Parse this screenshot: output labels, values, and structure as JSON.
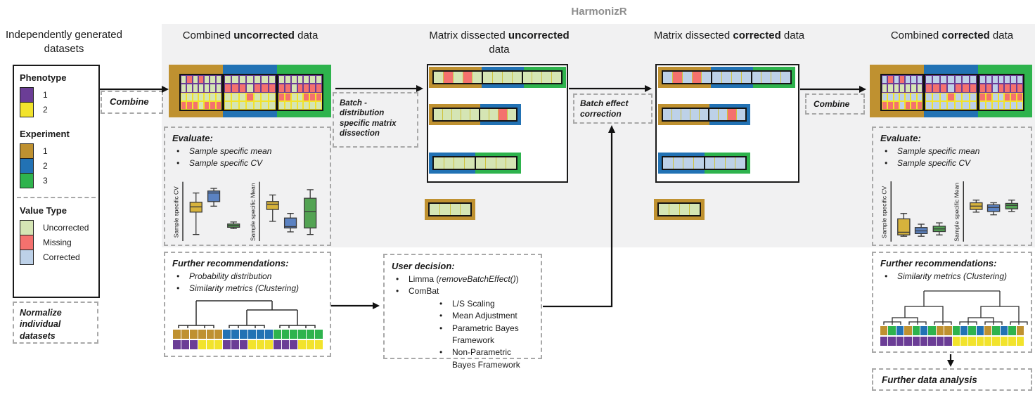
{
  "title": "HarmonizR",
  "left_panel": {
    "heading_line1": "Independently generated",
    "heading_line2": "datasets",
    "legend": {
      "phenotype_title": "Phenotype",
      "phenotype_items": [
        {
          "label": "1"
        },
        {
          "label": "2"
        }
      ],
      "experiment_title": "Experiment",
      "experiment_items": [
        {
          "label": "1"
        },
        {
          "label": "2"
        },
        {
          "label": "3"
        }
      ],
      "value_type_title": "Value Type",
      "value_type_items": [
        {
          "label": "Uncorrected"
        },
        {
          "label": "Missing"
        },
        {
          "label": "Corrected"
        }
      ]
    },
    "normalize_note": "Normalize individual datasets"
  },
  "flow_labels": {
    "combine_left": "Combine",
    "dissection": "Batch - distribution specific matrix dissection",
    "batch_correction": "Batch effect correction",
    "combine_right": "Combine"
  },
  "sections": {
    "combined_uncorrected": {
      "pre": "Combined ",
      "em": "uncorrected",
      "post": " data"
    },
    "dissected_uncorrected": {
      "pre": "Matrix dissected ",
      "em": "uncorrected",
      "post": " data"
    },
    "dissected_corrected": {
      "pre": "Matrix dissected ",
      "em": "corrected",
      "post": " data"
    },
    "combined_corrected": {
      "pre": "Combined ",
      "em": "corrected",
      "post": " data"
    }
  },
  "evaluate_left": {
    "heading": "Evaluate:",
    "bullets": [
      "Sample specific mean",
      "Sample specific CV"
    ],
    "cv_axis": "Sample specific CV",
    "mean_axis": "Sample specific Mean"
  },
  "evaluate_right": {
    "heading": "Evaluate:",
    "bullets": [
      "Sample specific mean",
      "Sample specific CV"
    ],
    "cv_axis": "Sample specific CV",
    "mean_axis": "Sample specific Mean"
  },
  "recommendations_left": {
    "heading": "Further recommendations:",
    "bullets": [
      "Probability distribution",
      "Similarity  metrics (Clustering)"
    ]
  },
  "recommendations_right": {
    "heading": "Further recommendations:",
    "bullets": [
      "Similarity  metrics (Clustering)"
    ]
  },
  "user_decision": {
    "heading": "User decision:",
    "limma_pre": "Limma (",
    "limma_code": "removeBatchEffect()",
    "limma_post": ")",
    "combat": "ComBat",
    "combat_options": [
      "L/S Scaling",
      "Mean Adjustment",
      "Parametric Bayes Framework",
      "Non-Parametric Bayes Framework"
    ]
  },
  "further_analysis_label": "Further data analysis",
  "cell_colors": {
    "G": "#d5e5b4",
    "R": "#f4716e",
    "B": "#bdd1e8"
  },
  "experiment_colors": {
    "1": "#bf9130",
    "2": "#2272b4",
    "3": "#2eb34d"
  },
  "phenotype_colors": {
    "1": "#6b3d96",
    "2": "#f2e32c"
  },
  "matrices": {
    "combined_uncorrected": {
      "blocks": [
        {
          "experiment": "1",
          "rows": [
            [
              "G",
              "R",
              "G",
              "R",
              "G",
              "G",
              "G"
            ],
            [
              "G",
              "G",
              "G",
              "G",
              "G",
              "G",
              "G"
            ],
            [
              "G",
              "G",
              "G",
              "G",
              "G",
              "G",
              "G"
            ],
            [
              "R",
              "R",
              "R",
              "G",
              "R",
              "R",
              "R"
            ]
          ]
        },
        {
          "experiment": "2",
          "rows": [
            [
              "G",
              "G",
              "G",
              "G",
              "G",
              "G",
              "G"
            ],
            [
              "R",
              "R",
              "R",
              "G",
              "R",
              "R",
              "R"
            ],
            [
              "G",
              "G",
              "G",
              "R",
              "G",
              "G",
              "G"
            ],
            [
              "G",
              "G",
              "G",
              "G",
              "G",
              "G",
              "G"
            ]
          ]
        },
        {
          "experiment": "3",
          "rows": [
            [
              "G",
              "G",
              "G",
              "G",
              "G",
              "G",
              "G"
            ],
            [
              "R",
              "R",
              "G",
              "R",
              "R",
              "R",
              "R"
            ],
            [
              "R",
              "R",
              "G",
              "G",
              "R",
              "R",
              "R"
            ],
            [
              "G",
              "G",
              "G",
              "G",
              "G",
              "G",
              "G"
            ]
          ]
        }
      ]
    },
    "combined_corrected": {
      "blocks": [
        {
          "experiment": "1",
          "rows": [
            [
              "B",
              "R",
              "B",
              "R",
              "B",
              "B",
              "B"
            ],
            [
              "G",
              "G",
              "G",
              "G",
              "G",
              "G",
              "G"
            ],
            [
              "B",
              "B",
              "B",
              "B",
              "B",
              "B",
              "B"
            ],
            [
              "R",
              "R",
              "R",
              "B",
              "R",
              "R",
              "R"
            ]
          ]
        },
        {
          "experiment": "2",
          "rows": [
            [
              "B",
              "B",
              "B",
              "B",
              "B",
              "B",
              "B"
            ],
            [
              "R",
              "R",
              "R",
              "B",
              "R",
              "R",
              "R"
            ],
            [
              "B",
              "B",
              "B",
              "R",
              "B",
              "B",
              "B"
            ],
            [
              "B",
              "B",
              "B",
              "B",
              "B",
              "B",
              "B"
            ]
          ]
        },
        {
          "experiment": "3",
          "rows": [
            [
              "B",
              "B",
              "B",
              "B",
              "B",
              "B",
              "B"
            ],
            [
              "R",
              "R",
              "B",
              "R",
              "R",
              "R",
              "R"
            ],
            [
              "R",
              "R",
              "B",
              "B",
              "R",
              "R",
              "R"
            ],
            [
              "B",
              "B",
              "B",
              "B",
              "B",
              "B",
              "B"
            ]
          ]
        }
      ]
    },
    "dissected_uncorrected": {
      "strips": [
        {
          "segments": [
            {
              "experiment": "1",
              "cells": [
                "G",
                "R",
                "G",
                "R",
                "G"
              ]
            },
            {
              "experiment": "2",
              "cells": [
                "G",
                "G",
                "G",
                "G"
              ]
            },
            {
              "experiment": "3",
              "cells": [
                "G",
                "G",
                "G",
                "G"
              ]
            }
          ]
        },
        {
          "segments": [
            {
              "experiment": "1",
              "cells": [
                "G",
                "G",
                "G",
                "G",
                "G"
              ]
            },
            {
              "experiment": "2",
              "cells": [
                "G",
                "G",
                "R",
                "G"
              ]
            }
          ]
        },
        {
          "segments": [
            {
              "experiment": "2",
              "cells": [
                "G",
                "G",
                "G",
                "G"
              ]
            },
            {
              "experiment": "3",
              "cells": [
                "G",
                "G",
                "G",
                "G"
              ]
            }
          ]
        },
        {
          "segments": [
            {
              "experiment": "1",
              "cells": [
                "G",
                "G",
                "G",
                "G"
              ]
            }
          ]
        }
      ]
    },
    "dissected_corrected": {
      "strips": [
        {
          "segments": [
            {
              "experiment": "1",
              "cells": [
                "B",
                "R",
                "B",
                "R",
                "B"
              ]
            },
            {
              "experiment": "2",
              "cells": [
                "B",
                "B",
                "B",
                "B"
              ]
            },
            {
              "experiment": "3",
              "cells": [
                "B",
                "B",
                "B",
                "B"
              ]
            }
          ]
        },
        {
          "segments": [
            {
              "experiment": "1",
              "cells": [
                "B",
                "B",
                "B",
                "B",
                "B"
              ]
            },
            {
              "experiment": "2",
              "cells": [
                "B",
                "B",
                "R",
                "B"
              ]
            }
          ]
        },
        {
          "segments": [
            {
              "experiment": "2",
              "cells": [
                "B",
                "B",
                "B",
                "B"
              ]
            },
            {
              "experiment": "3",
              "cells": [
                "B",
                "B",
                "B",
                "B"
              ]
            }
          ]
        },
        {
          "segments": [
            {
              "experiment": "1",
              "cells": [
                "G",
                "G",
                "G",
                "G"
              ]
            }
          ]
        }
      ]
    }
  },
  "clusters": {
    "left": {
      "experiment_row": [
        "1",
        "1",
        "1",
        "1",
        "1",
        "1",
        "2",
        "2",
        "2",
        "2",
        "2",
        "2",
        "3",
        "3",
        "3",
        "3",
        "3",
        "3"
      ],
      "phenotype_row": [
        "1",
        "1",
        "1",
        "2",
        "2",
        "2",
        "1",
        "1",
        "1",
        "2",
        "2",
        "2",
        "1",
        "1",
        "1",
        "2",
        "2",
        "2"
      ]
    },
    "right": {
      "experiment_row": [
        "1",
        "3",
        "2",
        "1",
        "3",
        "2",
        "3",
        "1",
        "1",
        "3",
        "2",
        "3",
        "2",
        "1",
        "3",
        "2",
        "3",
        "1"
      ],
      "phenotype_row": [
        "1",
        "1",
        "1",
        "1",
        "1",
        "1",
        "1",
        "1",
        "1",
        "2",
        "2",
        "2",
        "2",
        "2",
        "2",
        "2",
        "2",
        "2"
      ]
    }
  }
}
